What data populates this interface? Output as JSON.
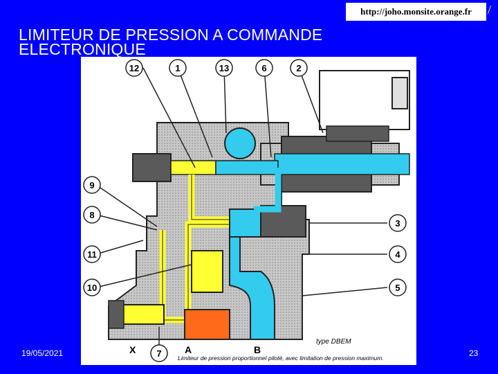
{
  "header": {
    "url": "http://joho.monsite.orange.fr",
    "url_trailing": "/",
    "title_line1": "LIMITEUR DE PRESSION A COMMANDE",
    "title_line2": "ELECTRONIQUE"
  },
  "footer": {
    "date": "19/05/2021",
    "page_number": "23"
  },
  "figure": {
    "callouts": {
      "c12": "12",
      "c1": "1",
      "c13": "13",
      "c6": "6",
      "c2": "2",
      "c9": "9",
      "c8": "8",
      "c11": "11",
      "c10": "10",
      "c3": "3",
      "c4": "4",
      "c5": "5",
      "c7": "7"
    },
    "port_x": "X",
    "port_a": "A",
    "port_b": "B",
    "type_label": "type DBEM",
    "caption": "Limiteur de pression proportionnel piloté, avec limitation de pression maximum.",
    "colors": {
      "body_gray": "#c8c8c8",
      "dark_gray": "#5a5a5a",
      "yellow_circuit": "#ffff33",
      "cyan_circuit": "#33ccee",
      "orange_circuit": "#ff6a1a"
    }
  }
}
